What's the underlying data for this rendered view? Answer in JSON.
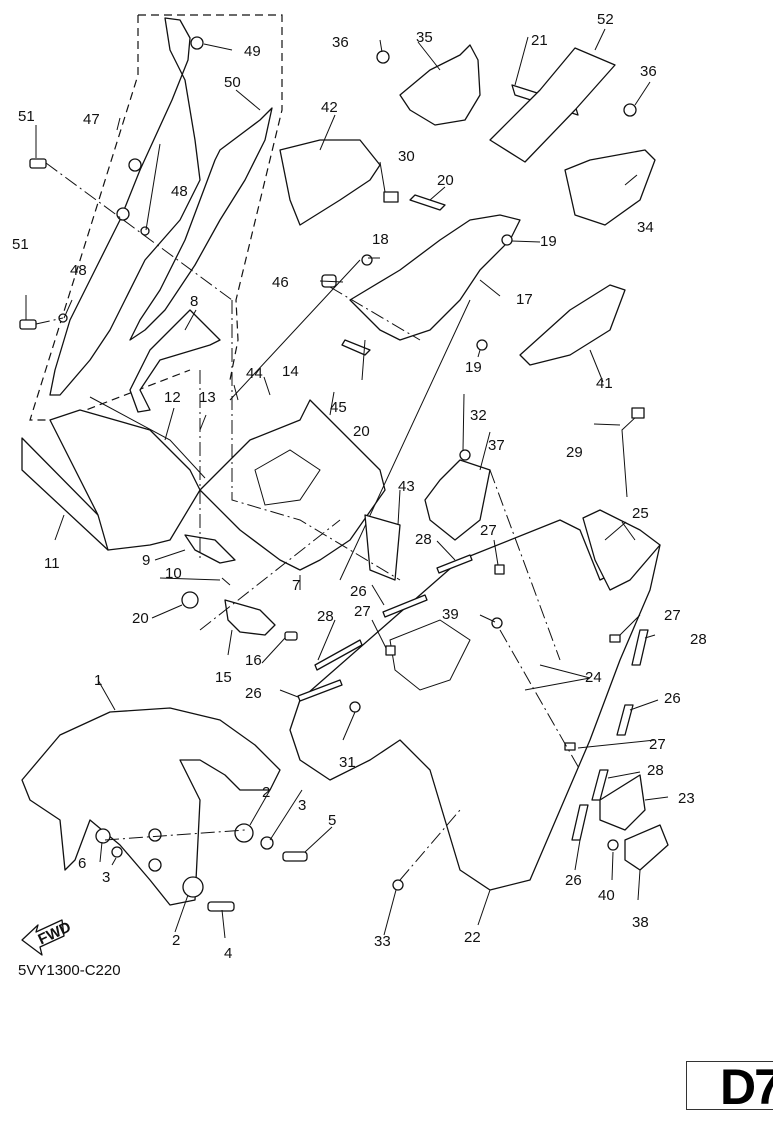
{
  "diagram": {
    "title": "Exploded parts diagram - front fender / cowling stay",
    "diagram_code": "5VY1300-C220",
    "page_id": "D7",
    "direction_marker": "FWD",
    "callouts": {
      "c1": "1",
      "c2a": "2",
      "c2b": "2",
      "c3a": "3",
      "c3b": "3",
      "c4": "4",
      "c5": "5",
      "c6": "6",
      "c7": "7",
      "c8": "8",
      "c9": "9",
      "c10": "10",
      "c11": "11",
      "c12": "12",
      "c13": "13",
      "c14": "14",
      "c15": "15",
      "c16": "16",
      "c17": "17",
      "c18": "18",
      "c19a": "19",
      "c19b": "19",
      "c20a": "20",
      "c20b": "20",
      "c20c": "20",
      "c21": "21",
      "c22": "22",
      "c23": "23",
      "c24": "24",
      "c25": "25",
      "c26a": "26",
      "c26b": "26",
      "c26c": "26",
      "c26d": "26",
      "c27a": "27",
      "c27b": "27",
      "c27c": "27",
      "c27d": "27",
      "c28a": "28",
      "c28b": "28",
      "c28c": "28",
      "c28d": "28",
      "c29": "29",
      "c30": "30",
      "c31": "31",
      "c32": "32",
      "c33": "33",
      "c34": "34",
      "c35": "35",
      "c36a": "36",
      "c36b": "36",
      "c37": "37",
      "c38": "38",
      "c39": "39",
      "c40": "40",
      "c41": "41",
      "c42": "42",
      "c43": "43",
      "c44": "44",
      "c45": "45",
      "c46": "46",
      "c47": "47",
      "c48a": "48",
      "c48b": "48",
      "c49": "49",
      "c50": "50",
      "c51a": "51",
      "c51b": "51",
      "c52": "52"
    }
  }
}
